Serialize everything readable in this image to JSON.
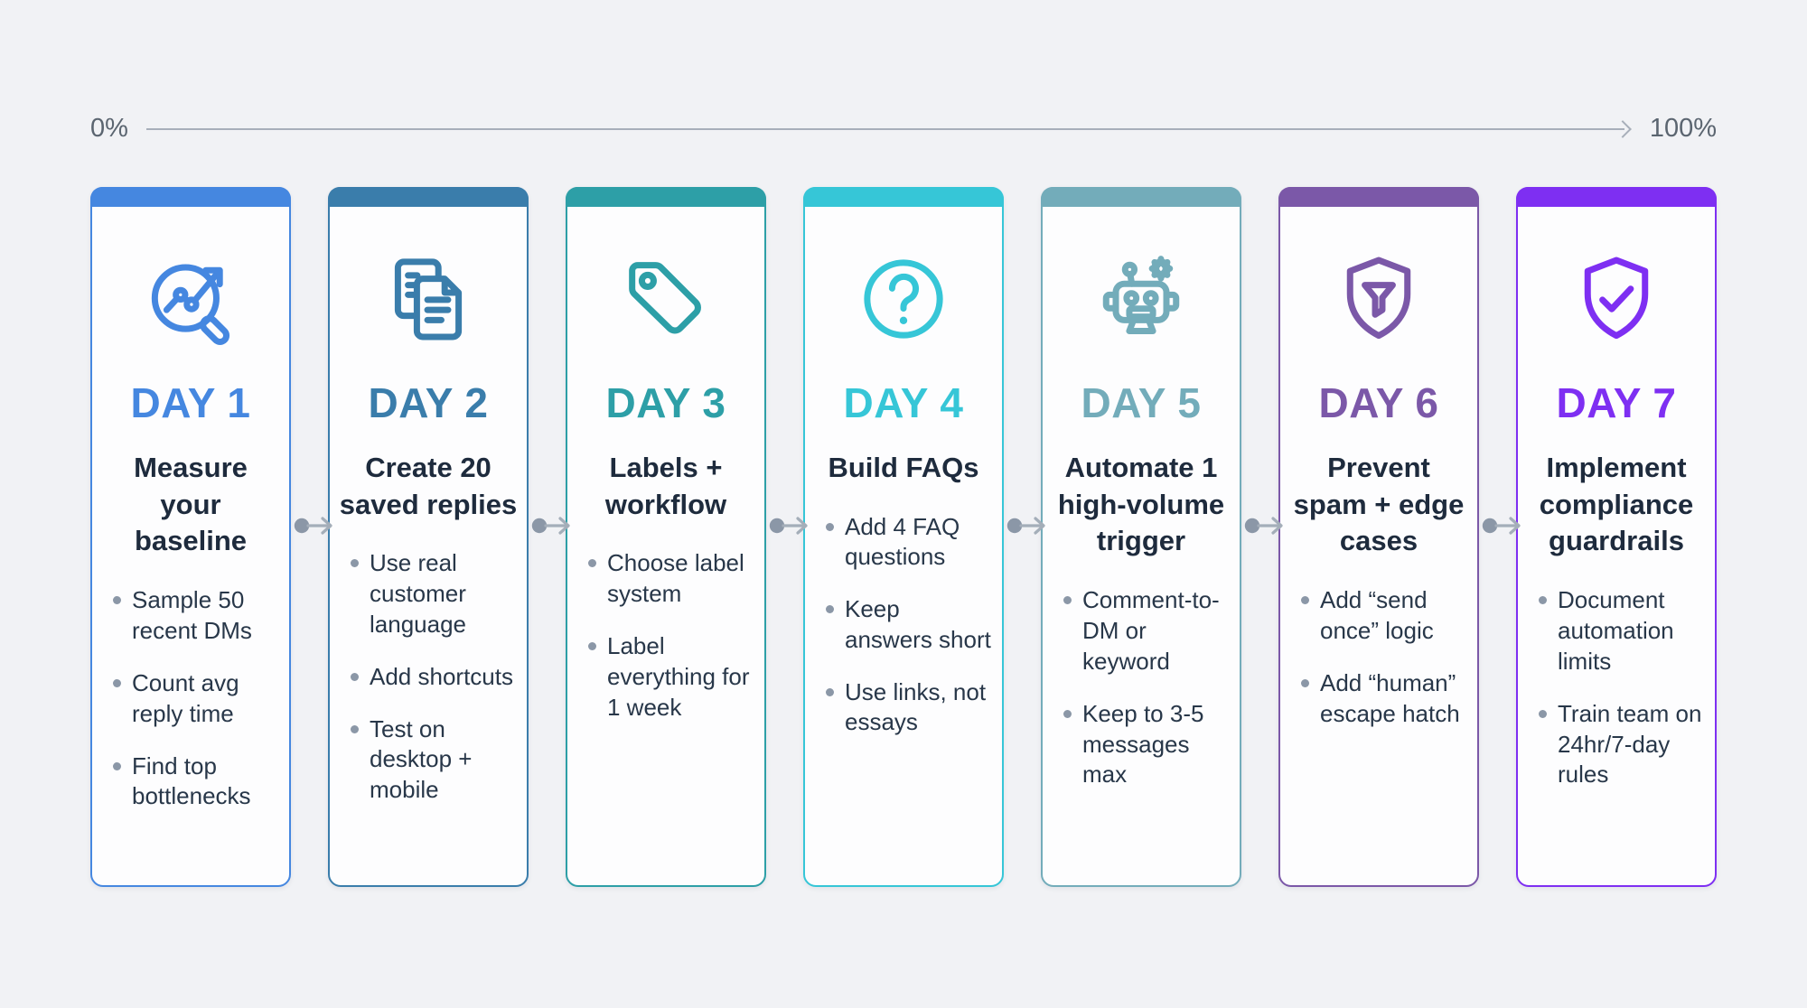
{
  "timeline": {
    "start_label": "0%",
    "end_label": "100%",
    "line_color": "#a8afba",
    "label_color": "#5b6570"
  },
  "connector_color": "#8b97a7",
  "cards": [
    {
      "day": "DAY 1",
      "color": "#4587e0",
      "icon": "chart-magnifier-icon",
      "title": "Measure your baseline",
      "bullets": [
        "Sample 50 recent DMs",
        "Count avg reply time",
        "Find top bottlenecks"
      ]
    },
    {
      "day": "DAY 2",
      "color": "#3a7dab",
      "icon": "copy-documents-icon",
      "title": "Create 20 saved replies",
      "bullets": [
        "Use real customer language",
        "Add shortcuts",
        "Test on desktop + mobile"
      ]
    },
    {
      "day": "DAY 3",
      "color": "#2d9fa7",
      "icon": "tag-icon",
      "title": "Labels + workflow",
      "bullets": [
        "Choose label system",
        "Label everything for 1 week"
      ]
    },
    {
      "day": "DAY 4",
      "color": "#36c6d7",
      "icon": "question-circle-icon",
      "title": "Build FAQs",
      "bullets": [
        "Add 4 FAQ questions",
        "Keep answers short",
        "Use links, not essays"
      ]
    },
    {
      "day": "DAY 5",
      "color": "#73acba",
      "icon": "robot-icon",
      "title": "Automate 1 high-volume trigger",
      "bullets": [
        "Comment-to-DM or keyword",
        "Keep to 3-5 messages max"
      ]
    },
    {
      "day": "DAY 6",
      "color": "#7b58a8",
      "icon": "shield-funnel-icon",
      "title": "Prevent spam + edge cases",
      "bullets": [
        "Add “send once” logic",
        "Add “human” escape hatch"
      ]
    },
    {
      "day": "DAY 7",
      "color": "#7e2ff2",
      "icon": "shield-check-icon",
      "title": "Implement compliance guardrails",
      "bullets": [
        "Document automation limits",
        "Train team on 24hr/7-day rules"
      ]
    }
  ]
}
